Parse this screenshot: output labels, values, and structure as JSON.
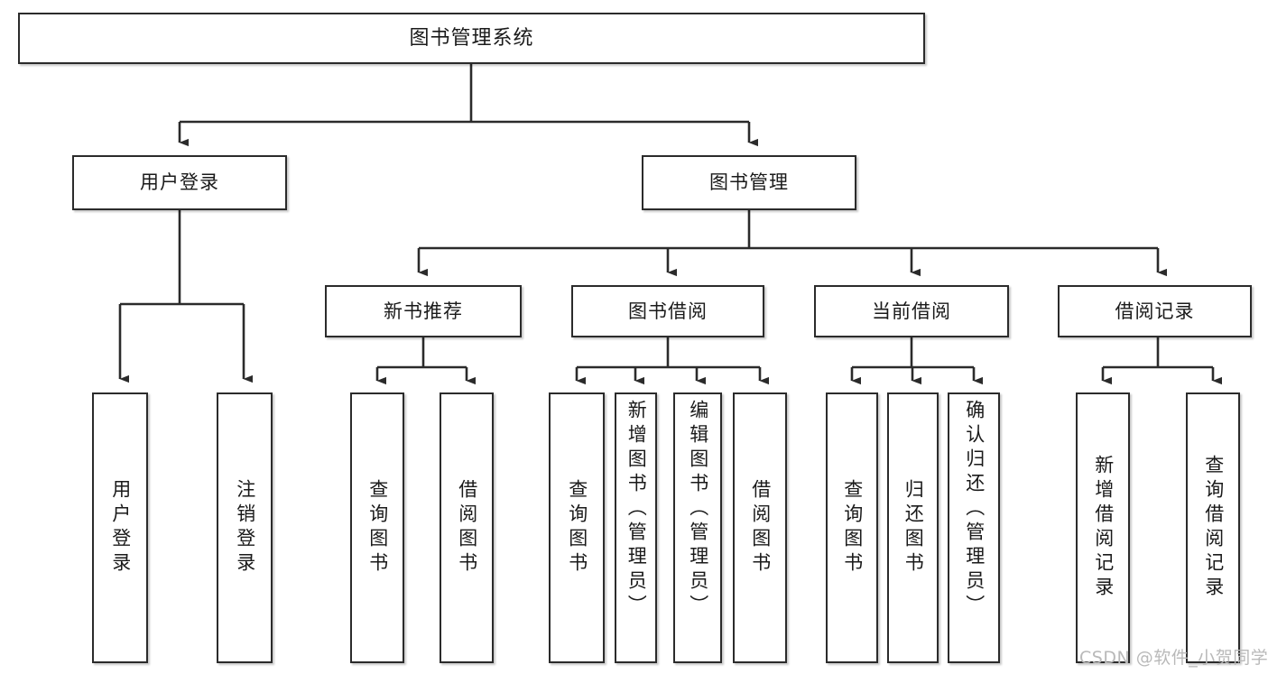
{
  "diagram": {
    "type": "tree",
    "title": "图书管理系统",
    "orientation": "top-down",
    "colors": {
      "box_border": "#2b2b2b",
      "box_fill": "#ffffff",
      "edge": "#2b2b2b",
      "text": "#1a1a1a",
      "watermark": "#b9b9b9",
      "background": "#ffffff"
    },
    "nodes": {
      "root": {
        "label": "图书管理系统"
      },
      "level2": [
        {
          "label": "用户登录"
        },
        {
          "label": "图书管理"
        }
      ],
      "level3": [
        {
          "label": "新书推荐"
        },
        {
          "label": "图书借阅"
        },
        {
          "label": "当前借阅"
        },
        {
          "label": "借阅记录"
        }
      ],
      "leaves": [
        {
          "label": "用户登录"
        },
        {
          "label": "注销登录"
        },
        {
          "label": "查询图书"
        },
        {
          "label": "借阅图书"
        },
        {
          "label": "查询图书"
        },
        {
          "label": "新增图书（管理员）"
        },
        {
          "label": "编辑图书（管理员）"
        },
        {
          "label": "借阅图书"
        },
        {
          "label": "查询图书"
        },
        {
          "label": "归还图书"
        },
        {
          "label": "确认归还（管理员）"
        },
        {
          "label": "新增借阅记录"
        },
        {
          "label": "查询借阅记录"
        }
      ]
    },
    "edges": [
      {
        "from": "图书管理系统",
        "to": "用户登录"
      },
      {
        "from": "图书管理系统",
        "to": "图书管理"
      },
      {
        "from": "用户登录",
        "to": "用户登录"
      },
      {
        "from": "用户登录",
        "to": "注销登录"
      },
      {
        "from": "图书管理",
        "to": "新书推荐"
      },
      {
        "from": "图书管理",
        "to": "图书借阅"
      },
      {
        "from": "图书管理",
        "to": "当前借阅"
      },
      {
        "from": "图书管理",
        "to": "借阅记录"
      },
      {
        "from": "新书推荐",
        "to": "查询图书"
      },
      {
        "from": "新书推荐",
        "to": "借阅图书"
      },
      {
        "from": "图书借阅",
        "to": "查询图书"
      },
      {
        "from": "图书借阅",
        "to": "新增图书（管理员）"
      },
      {
        "from": "图书借阅",
        "to": "编辑图书（管理员）"
      },
      {
        "from": "图书借阅",
        "to": "借阅图书"
      },
      {
        "from": "当前借阅",
        "to": "查询图书"
      },
      {
        "from": "当前借阅",
        "to": "归还图书"
      },
      {
        "from": "当前借阅",
        "to": "确认归还（管理员）"
      },
      {
        "from": "借阅记录",
        "to": "新增借阅记录"
      },
      {
        "from": "借阅记录",
        "to": "查询借阅记录"
      }
    ]
  },
  "watermark": {
    "text": "CSDN @软件_小贺同学"
  }
}
